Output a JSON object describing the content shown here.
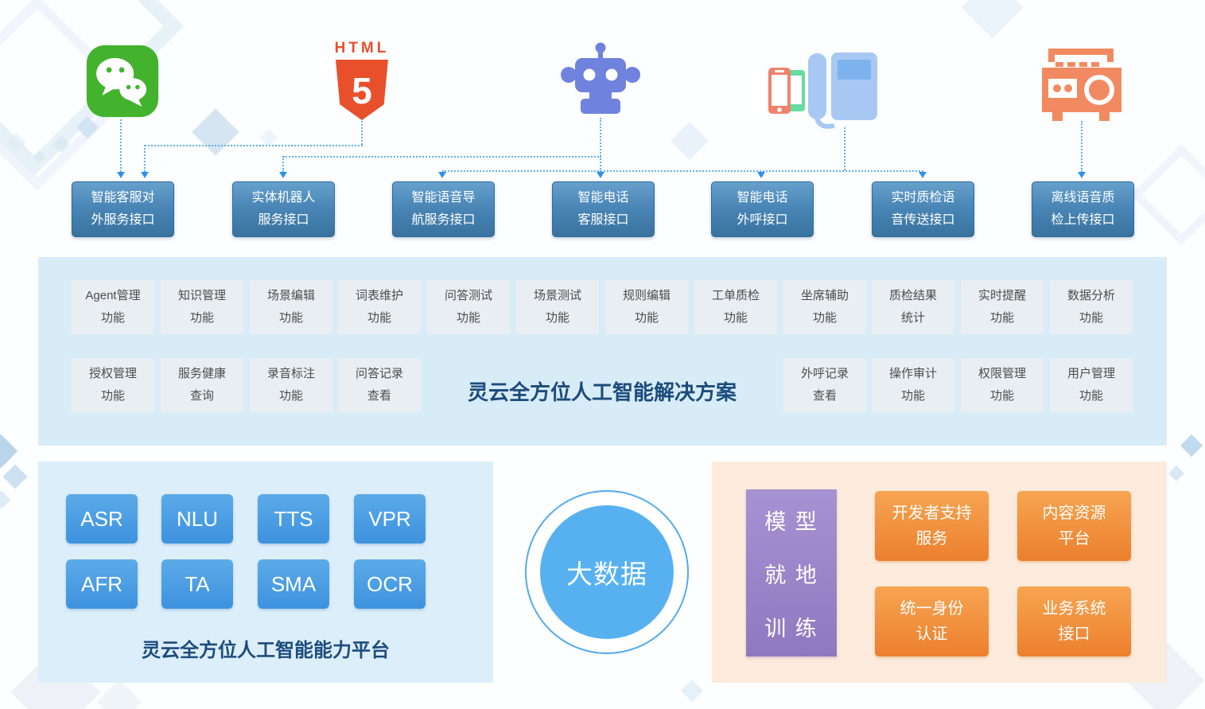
{
  "logos": {
    "html5_text": "HTML",
    "html5_number": "5"
  },
  "interface_boxes": [
    {
      "l1": "智能客服对",
      "l2": "外服务接口"
    },
    {
      "l1": "实体机器人",
      "l2": "服务接口"
    },
    {
      "l1": "智能语音导",
      "l2": "航服务接口"
    },
    {
      "l1": "智能电话",
      "l2": "客服接口"
    },
    {
      "l1": "智能电话",
      "l2": "外呼接口"
    },
    {
      "l1": "实时质检语",
      "l2": "音传送接口"
    },
    {
      "l1": "离线语音质",
      "l2": "检上传接口"
    }
  ],
  "solution": {
    "title": "灵云全方位人工智能解决方案",
    "row1": [
      {
        "l1": "Agent管理",
        "l2": "功能"
      },
      {
        "l1": "知识管理",
        "l2": "功能"
      },
      {
        "l1": "场景编辑",
        "l2": "功能"
      },
      {
        "l1": "词表维护",
        "l2": "功能"
      },
      {
        "l1": "问答测试",
        "l2": "功能"
      },
      {
        "l1": "场景测试",
        "l2": "功能"
      },
      {
        "l1": "规则编辑",
        "l2": "功能"
      },
      {
        "l1": "工单质检",
        "l2": "功能"
      },
      {
        "l1": "坐席辅助",
        "l2": "功能"
      },
      {
        "l1": "质检结果",
        "l2": "统计"
      },
      {
        "l1": "实时提醒",
        "l2": "功能"
      },
      {
        "l1": "数据分析",
        "l2": "功能"
      }
    ],
    "row2_left": [
      {
        "l1": "授权管理",
        "l2": "功能"
      },
      {
        "l1": "服务健康",
        "l2": "查询"
      },
      {
        "l1": "录音标注",
        "l2": "功能"
      },
      {
        "l1": "问答记录",
        "l2": "查看"
      }
    ],
    "row2_right": [
      {
        "l1": "外呼记录",
        "l2": "查看"
      },
      {
        "l1": "操作审计",
        "l2": "功能"
      },
      {
        "l1": "权限管理",
        "l2": "功能"
      },
      {
        "l1": "用户管理",
        "l2": "功能"
      }
    ]
  },
  "capability": {
    "title": "灵云全方位人工智能能力平台",
    "boxes": [
      "ASR",
      "NLU",
      "TTS",
      "VPR",
      "AFR",
      "TA",
      "SMA",
      "OCR"
    ]
  },
  "bigdata": {
    "label": "大数据"
  },
  "training": {
    "model_lines": [
      "模 型",
      "就 地",
      "训 练"
    ],
    "boxes": [
      {
        "l1": "开发者支持",
        "l2": "服务"
      },
      {
        "l1": "内容资源",
        "l2": "平台"
      },
      {
        "l1": "统一身份",
        "l2": "认证"
      },
      {
        "l1": "业务系统",
        "l2": "接口"
      }
    ]
  },
  "colors": {
    "interface_box_blue": "#4a86b6",
    "panel_light_blue": "#d8ecf8",
    "panel_peach": "#fcebdc",
    "capability_blue": "#459ee3",
    "orange": "#f29140",
    "purple": "#9c86c8",
    "title_navy": "#1c4c7c",
    "connector_blue": "#5fb0f0",
    "wechat_green": "#43b32e",
    "html5_orange": "#e8502b",
    "robot_periwinkle": "#6f82dd",
    "deskphone_blue": "#a6c8f3",
    "radio_salmon": "#f28a61"
  }
}
